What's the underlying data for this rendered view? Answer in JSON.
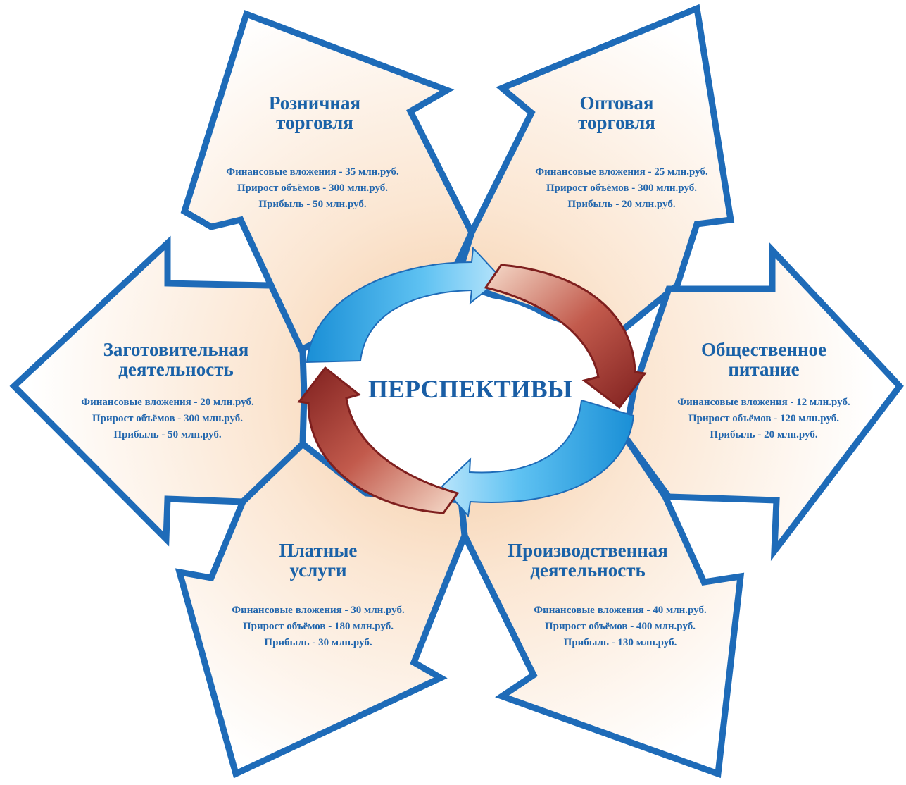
{
  "center": {
    "label": "ПЕРСПЕКТИВЫ"
  },
  "colors": {
    "outline": "#1e6bb8",
    "text": "#1a62a8",
    "blue_arrow": "#2aa3e6",
    "red_arrow": "#8e2a26"
  },
  "sectors": [
    {
      "title": [
        "Розничная",
        "торговля"
      ],
      "lines": [
        "Финансовые вложения - 35 млн.руб.",
        "Прирост объёмов - 300 млн.руб.",
        "Прибыль - 50 млн.руб."
      ]
    },
    {
      "title": [
        "Оптовая",
        "торговля"
      ],
      "lines": [
        "Финансовые вложения - 25 млн.руб.",
        "Прирост объёмов - 300 млн.руб.",
        "Прибыль - 20 млн.руб."
      ]
    },
    {
      "title": [
        "Общественное",
        "питание"
      ],
      "lines": [
        "Финансовые вложения - 12 млн.руб.",
        "Прирост объёмов - 120 млн.руб.",
        "Прибыль - 20 млн.руб."
      ]
    },
    {
      "title": [
        "Производственная",
        "деятельность"
      ],
      "lines": [
        "Финансовые вложения - 40 млн.руб.",
        "Прирост объёмов - 400 млн.руб.",
        "Прибыль - 130 млн.руб."
      ]
    },
    {
      "title": [
        "Платные",
        "услуги"
      ],
      "lines": [
        "Финансовые вложения - 30 млн.руб.",
        "Прирост объёмов - 180 млн.руб.",
        "Прибыль - 30 млн.руб."
      ]
    },
    {
      "title": [
        "Заготовительная",
        "деятельность"
      ],
      "lines": [
        "Финансовые вложения - 20 млн.руб.",
        "Прирост объёмов - 300 млн.руб.",
        "Прибыль - 50 млн.руб."
      ]
    }
  ]
}
